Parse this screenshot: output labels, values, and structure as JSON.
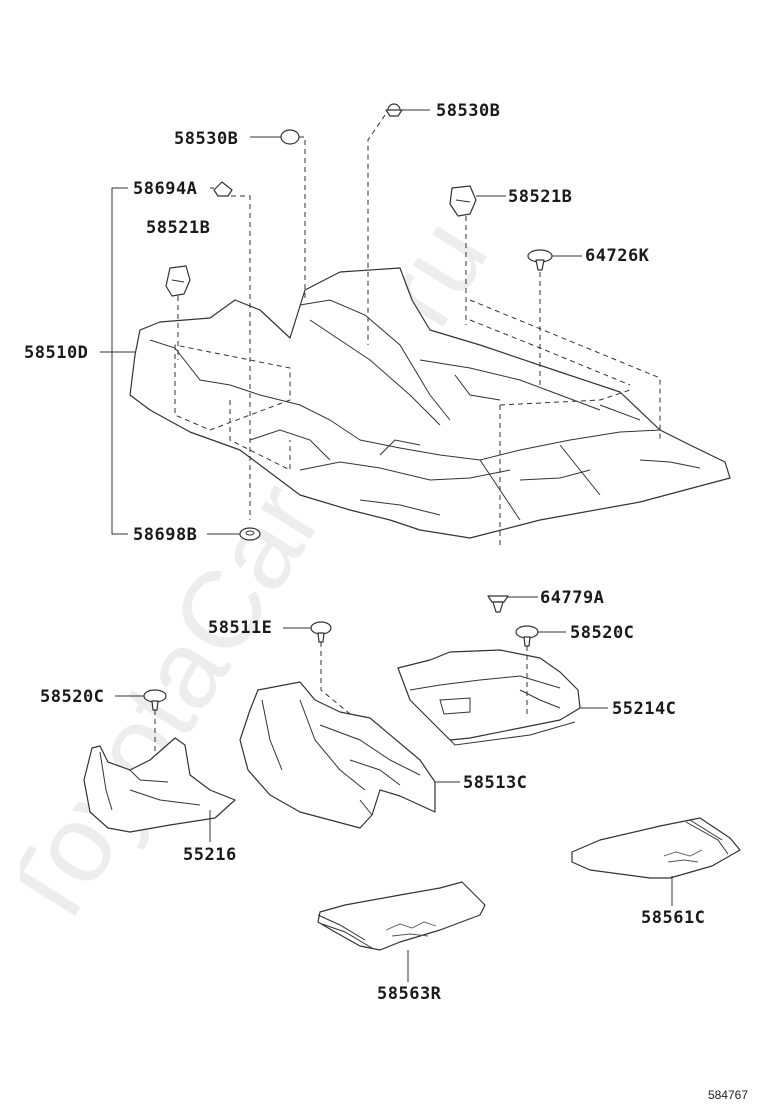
{
  "watermark": "ToyotaCar-Inc.ru",
  "diagram_ref": "584767",
  "parts": {
    "p58530B_top": "58530B",
    "p58530B_left": "58530B",
    "p58694A": "58694A",
    "p58521B_left": "58521B",
    "p58521B_right": "58521B",
    "p64726K": "64726K",
    "p58510D": "58510D",
    "p58698B": "58698B",
    "p64779A": "64779A",
    "p58511E": "58511E",
    "p58520C_right": "58520C",
    "p58520C_left": "58520C",
    "p55214C": "55214C",
    "p58513C": "58513C",
    "p55216": "55216",
    "p58561C": "58561C",
    "p58563R": "58563R"
  }
}
